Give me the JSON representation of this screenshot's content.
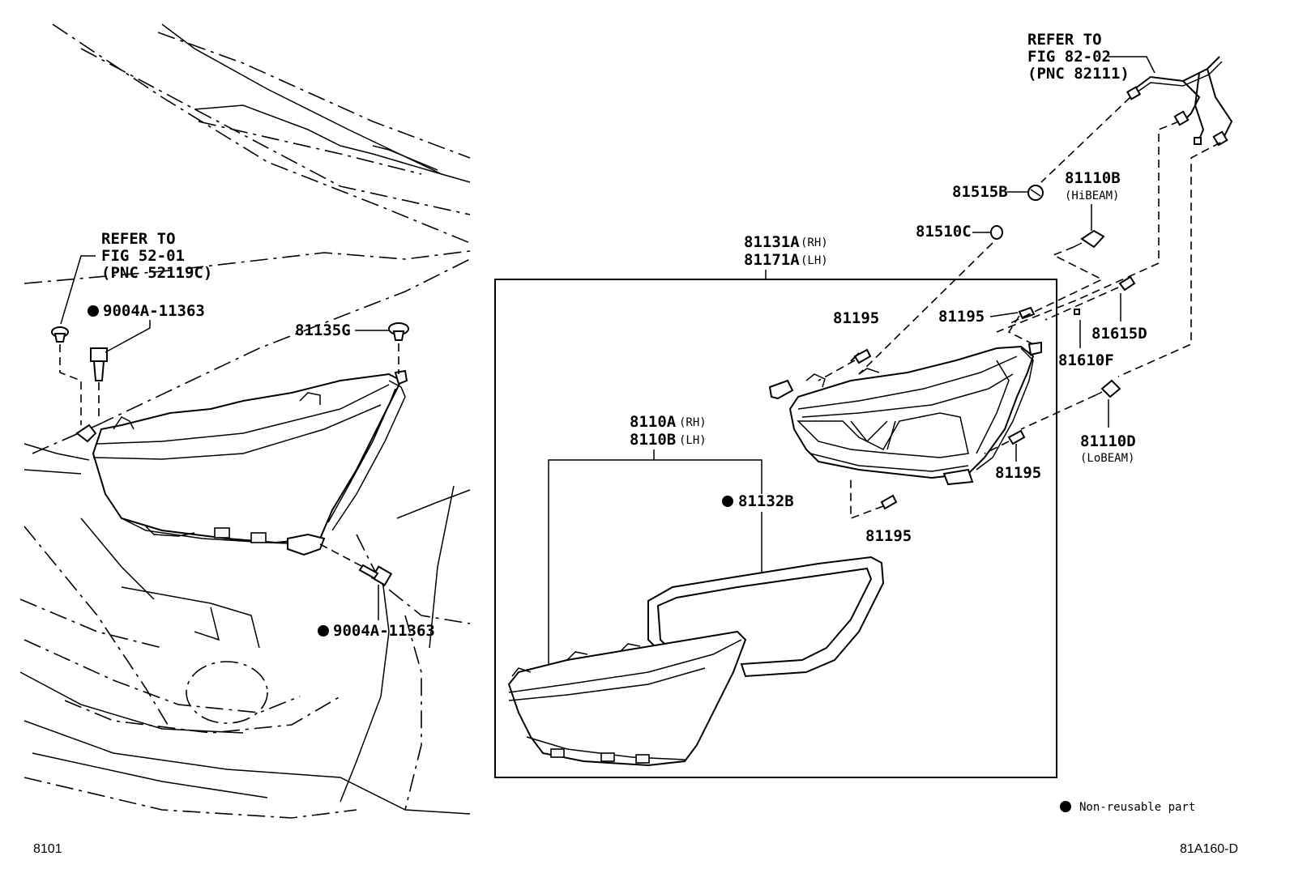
{
  "refs": {
    "fig_52": [
      "REFER TO",
      "FIG 52-01",
      "(PNC 52119C)"
    ],
    "fig_82": [
      "REFER TO",
      "FIG 82-02",
      "(PNC 82111)"
    ]
  },
  "parts": {
    "p_9004A_top": "9004A-11363",
    "p_9004A_bottom": "9004A-11363",
    "p_81135G": "81135G",
    "p_81131A": "81131A",
    "p_81131A_side": "(RH)",
    "p_81171A": "81171A",
    "p_81171A_side": "(LH)",
    "p_8110A": "8110A",
    "p_8110A_side": "(RH)",
    "p_8110B": "8110B",
    "p_8110B_side": "(LH)",
    "p_81132B": "81132B",
    "p_81515B": "81515B",
    "p_81510C": "81510C",
    "p_81110B": "81110B",
    "p_81110B_note": "(HiBEAM)",
    "p_81195_a": "81195",
    "p_81195_b": "81195",
    "p_81195_c": "81195",
    "p_81195_d": "81195",
    "p_81615D": "81615D",
    "p_81610F": "81610F",
    "p_81110D": "81110D",
    "p_81110D_note": "(LoBEAM)"
  },
  "legend": {
    "text": "Non-reusable part"
  },
  "footer": {
    "left_code": "8101",
    "right_code": "81A160-D"
  }
}
